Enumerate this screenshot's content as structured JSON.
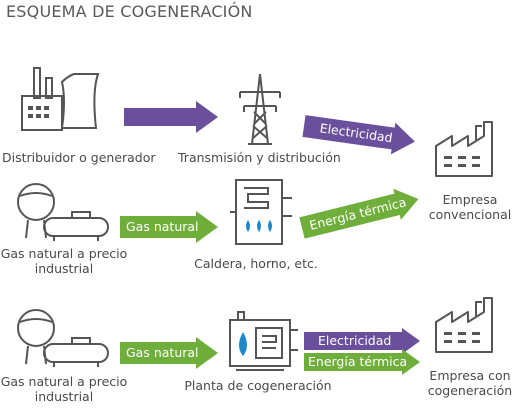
{
  "title": "ESQUEMA DE COGENERACIÓN",
  "colors": {
    "electricity": "#6a4f9c",
    "gas": "#6fae3a",
    "icon_stroke": "#555555",
    "flame": "#1f88c8"
  },
  "row1": {
    "generator_label": "Distribuidor o generador",
    "transmission_label": "Transmisión y distribución",
    "electricity_arrow": "Electricidad"
  },
  "row2": {
    "gas_label": "Gas natural a precio\nindustrial",
    "gas_arrow": "Gas natural",
    "boiler_label": "Caldera, horno, etc.",
    "thermal_arrow": "Energía térmica",
    "company_label": "Empresa\nconvencional"
  },
  "row3": {
    "gas_label": "Gas natural a precio\nindustrial",
    "gas_arrow": "Gas natural",
    "plant_label": "Planta de cogeneración",
    "electricity_arrow": "Electricidad",
    "thermal_arrow": "Energía térmica",
    "company_label": "Empresa con\ncogeneración"
  }
}
